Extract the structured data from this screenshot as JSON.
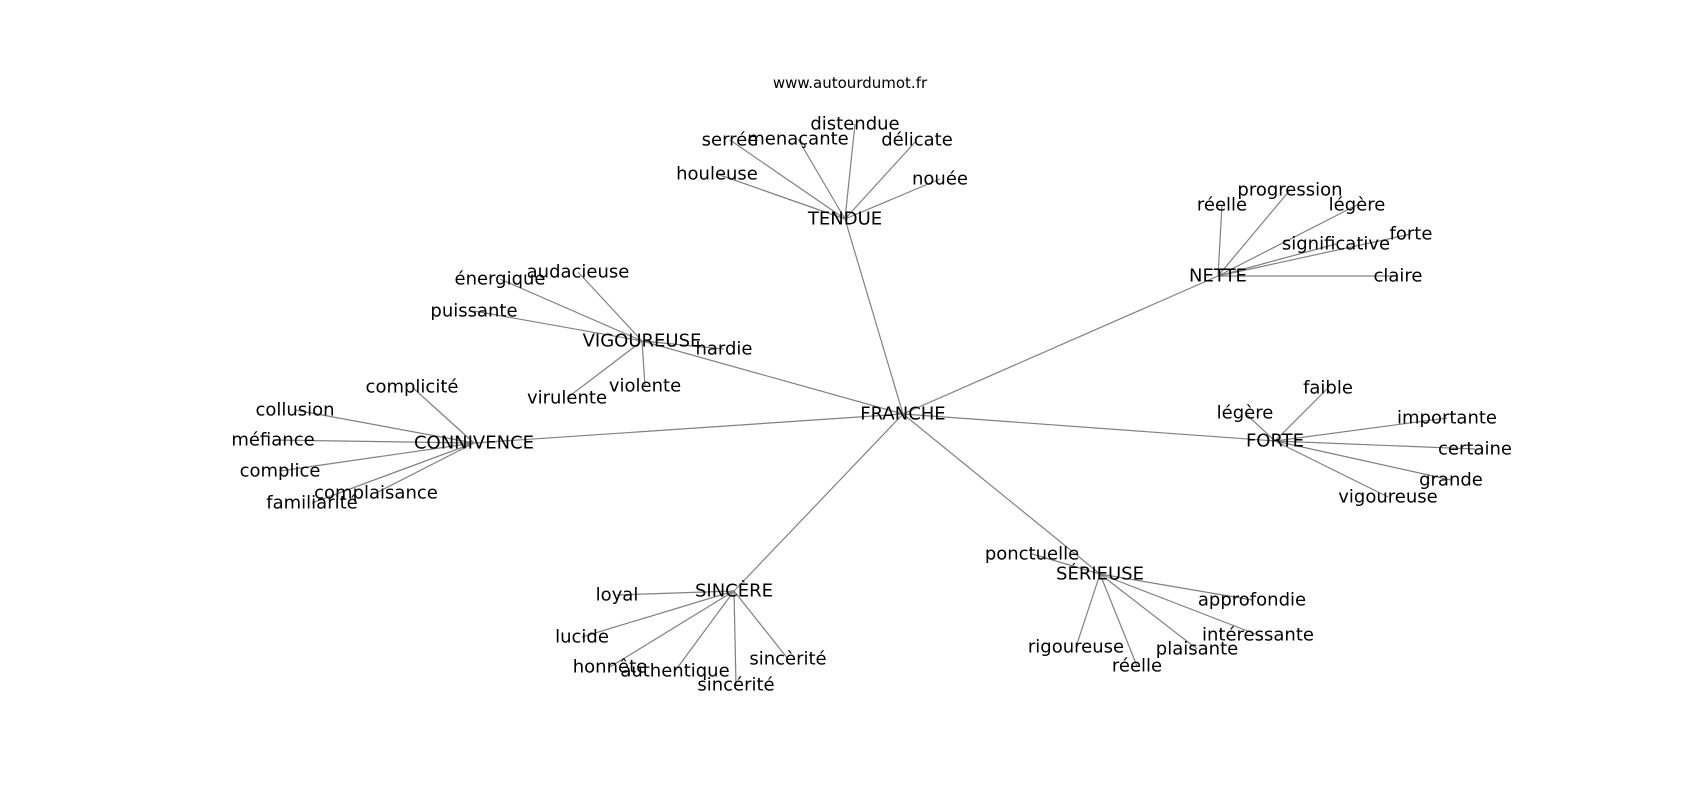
{
  "source": "www.autourdumot.fr",
  "graph": {
    "center": {
      "id": "franche",
      "label": "FRANCHE"
    },
    "hubs": [
      {
        "id": "tendue",
        "label": "TENDUE",
        "leaves": [
          "serrée",
          "menaçante",
          "distendue",
          "délicate",
          "houleuse",
          "nouée"
        ]
      },
      {
        "id": "nette",
        "label": "NETTE",
        "leaves": [
          "réelle",
          "progression",
          "légère",
          "forte",
          "significative",
          "claire"
        ]
      },
      {
        "id": "vigoureuse",
        "label": "VIGOUREUSE",
        "leaves": [
          "énergique",
          "audacieuse",
          "puissante",
          "hardie",
          "virulente",
          "violente"
        ]
      },
      {
        "id": "connivence",
        "label": "CONNIVENCE",
        "leaves": [
          "complicité",
          "collusion",
          "méfiance",
          "complice",
          "complaisance",
          "familiarité"
        ]
      },
      {
        "id": "forte",
        "label": "FORTE",
        "leaves": [
          "faible",
          "légère",
          "importante",
          "certaine",
          "grande",
          "vigoureuse"
        ]
      },
      {
        "id": "sincere",
        "label": "SINCÈRE",
        "leaves": [
          "loyal",
          "lucide",
          "honnête",
          "authentique",
          "sincérité",
          "sincèrité"
        ]
      },
      {
        "id": "serieuse",
        "label": "SÉRIEUSE",
        "leaves": [
          "ponctuelle",
          "approfondie",
          "intéressante",
          "plaisante",
          "rigoureuse",
          "réelle"
        ]
      }
    ]
  }
}
